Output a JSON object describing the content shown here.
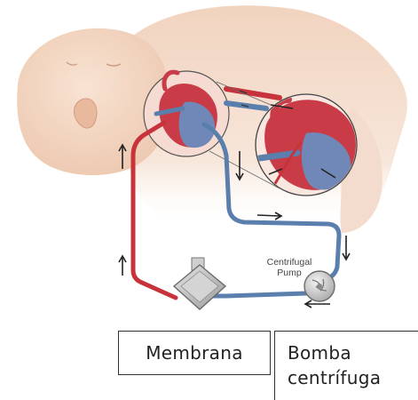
{
  "diagram": {
    "pump_label_line1": "Centrifugal",
    "pump_label_line2": "Pump"
  },
  "labels": {
    "membrane": "Membrana",
    "pump_line1": "Bomba",
    "pump_line2": "centrífuga"
  },
  "colors": {
    "arterial": "#c8323a",
    "venous": "#5a7fad",
    "skin": "#f3d8c5",
    "heart_red": "#c93c47",
    "heart_blue": "#6f88b8"
  }
}
